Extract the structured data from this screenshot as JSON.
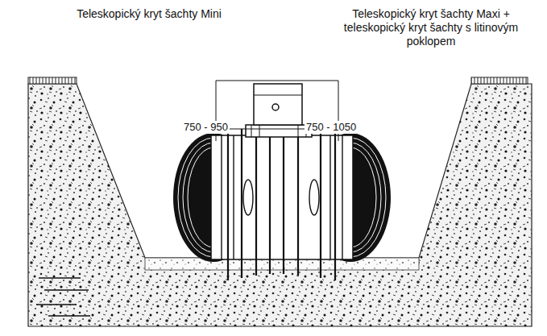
{
  "diagram": {
    "labels": [
      "Teleskopický kryt šachty Mini",
      "Teleskopický kryt šachty Maxi + teleskopický kryt šachty s litinovým poklopem",
      "750 - 950",
      "750 - 1050"
    ]
  }
}
